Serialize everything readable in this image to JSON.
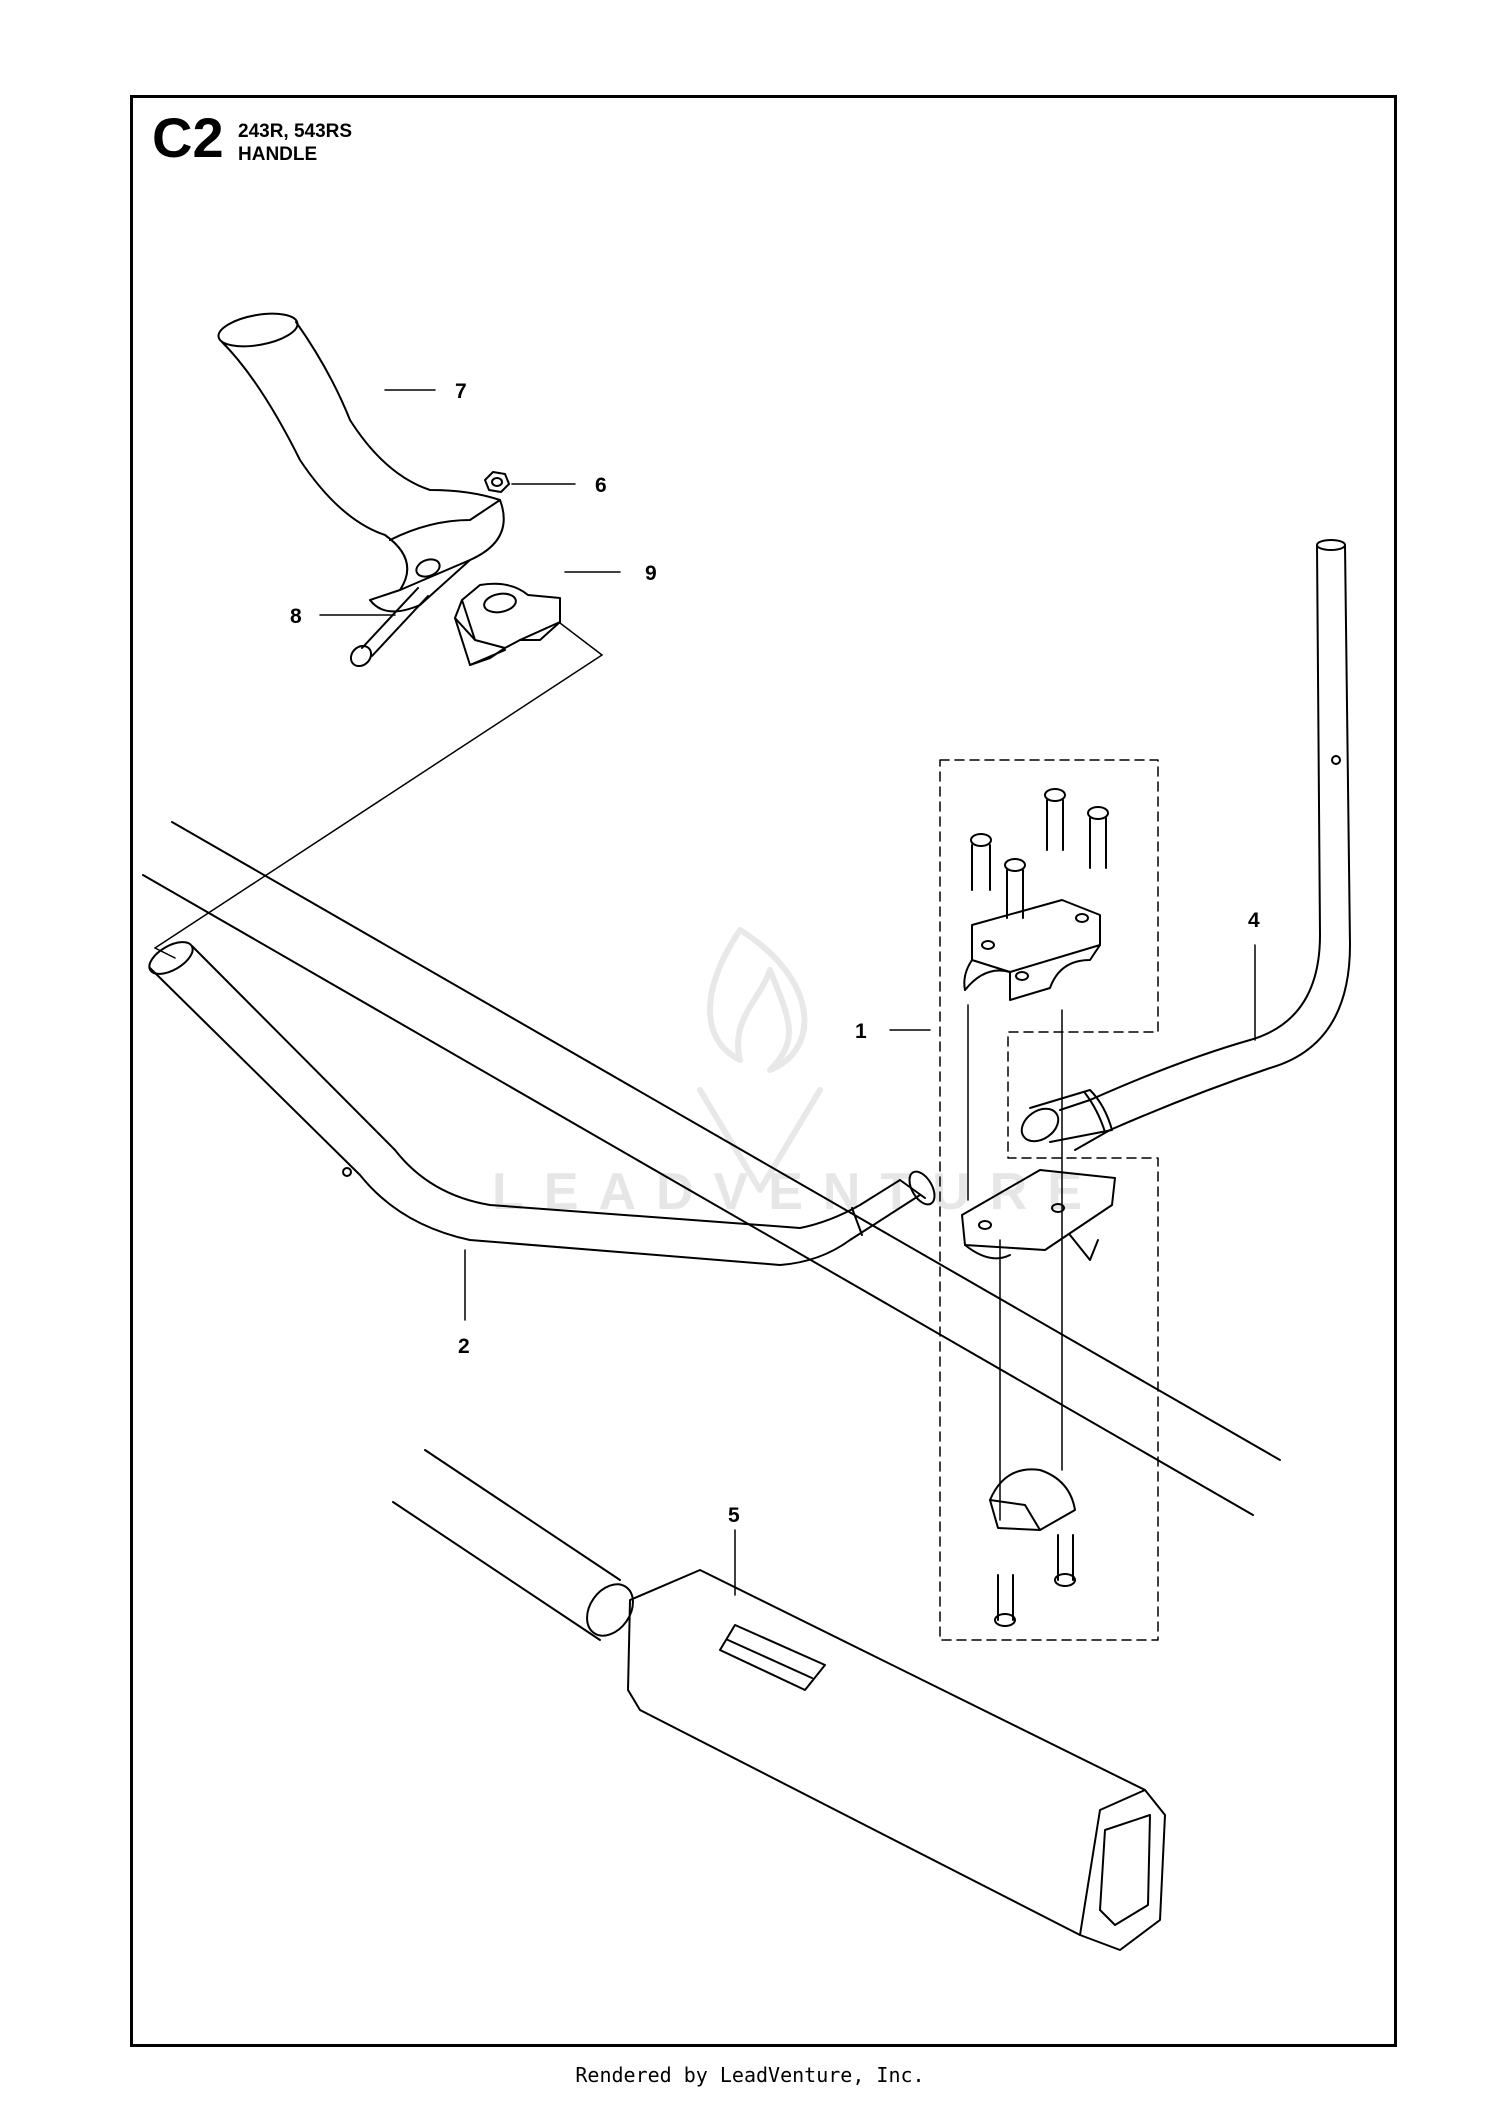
{
  "header": {
    "code": "C2",
    "models": "243R, 543RS",
    "title": "HANDLE"
  },
  "callouts": {
    "p1": "1",
    "p2": "2",
    "p4": "4",
    "p5": "5",
    "p6": "6",
    "p7": "7",
    "p8": "8",
    "p9": "9"
  },
  "watermark": "LEADVENTURE",
  "footer": "Rendered by LeadVenture, Inc."
}
